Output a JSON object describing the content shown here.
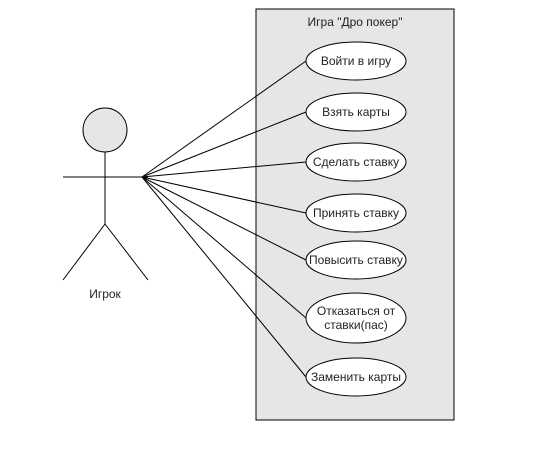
{
  "diagram": {
    "type": "use-case",
    "system": {
      "title": "Игра \"Дро покер\""
    },
    "actor": {
      "label": "Игрок"
    },
    "use_cases": [
      {
        "lines": [
          "Войти в игру"
        ]
      },
      {
        "lines": [
          "Взять карты"
        ]
      },
      {
        "lines": [
          "Сделать ставку"
        ]
      },
      {
        "lines": [
          "Принять ставку"
        ]
      },
      {
        "lines": [
          "Повысить ставку"
        ]
      },
      {
        "lines": [
          "Отказаться от",
          "ставки(пас)"
        ]
      },
      {
        "lines": [
          "Заменить карты"
        ]
      }
    ],
    "colors": {
      "system_fill": "#e6e6e6",
      "stroke": "#000000",
      "ellipse_fill": "#ffffff",
      "actor_head_fill": "#e6e6e6"
    }
  }
}
